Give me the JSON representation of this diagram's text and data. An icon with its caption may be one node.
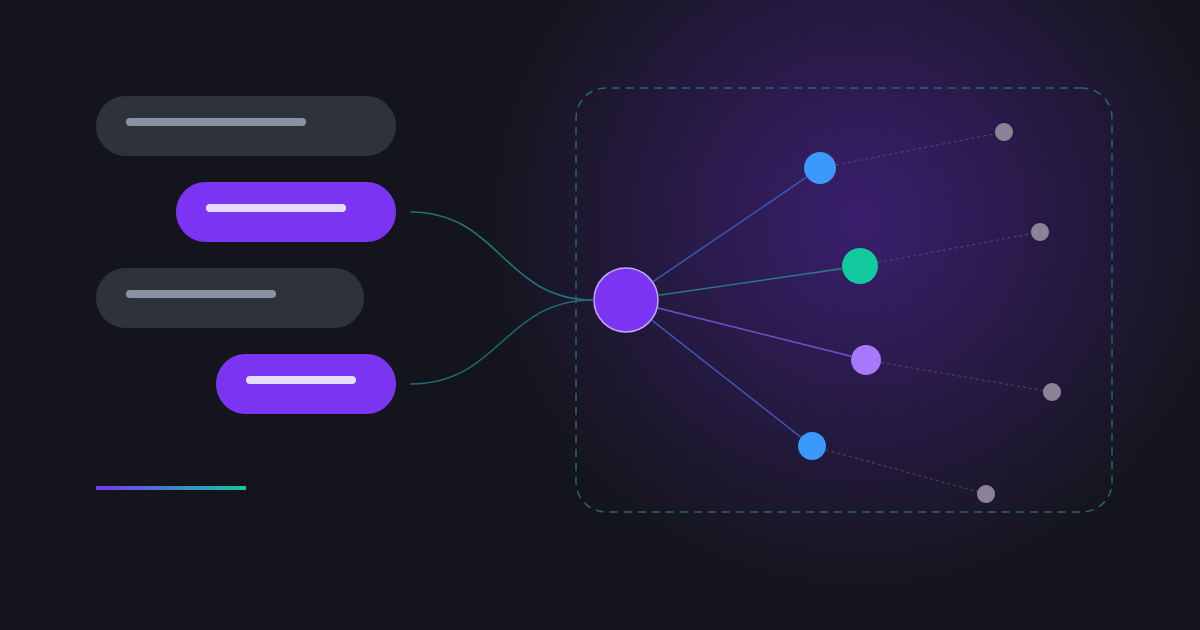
{
  "diagram": {
    "nodes": [
      {
        "text": [],
        "shape": "box"
      },
      {
        "text": [],
        "shape": "box"
      },
      {
        "text": [],
        "shape": "box"
      },
      {
        "text": [],
        "shape": "box"
      },
      {
        "text": [],
        "shape": "box"
      },
      {
        "text": [],
        "shape": "circle",
        "in": 4
      },
      {
        "text": [],
        "shape": "circle",
        "in": 4
      },
      {
        "text": [],
        "shape": "circle",
        "in": 4
      },
      {
        "text": [],
        "shape": "circle",
        "in": 4
      },
      {
        "text": [],
        "shape": "circle",
        "in": 4
      },
      {
        "text": [],
        "shape": "circle",
        "in": 4
      },
      {
        "text": [],
        "shape": "circle",
        "in": 4
      },
      {
        "text": [],
        "shape": "circle",
        "in": 4
      },
      {
        "text": [],
        "shape": "circle",
        "in": 4
      }
    ],
    "edges": [
      {
        "from": 1,
        "to": 5,
        "arrow": "none",
        "color": "#1f7479"
      },
      {
        "from": 3,
        "to": 5,
        "arrow": "none",
        "color": "#1f6a72"
      },
      {
        "from": 5,
        "to": 6,
        "arrow": "none",
        "color": "#3d55b0"
      },
      {
        "from": 5,
        "to": 7,
        "arrow": "none",
        "color": "#2a7486"
      },
      {
        "from": 5,
        "to": 8,
        "arrow": "none",
        "color": "#7550cc"
      },
      {
        "from": 5,
        "to": 9,
        "arrow": "none",
        "color": "#3d55b0"
      },
      {
        "from": 6,
        "to": 10,
        "arrow": "none",
        "style": "dashed",
        "color": "#5e5878"
      },
      {
        "from": 7,
        "to": 11,
        "arrow": "none",
        "style": "dashed",
        "color": "#5e5878"
      },
      {
        "from": 8,
        "to": 12,
        "arrow": "none",
        "style": "dashed",
        "color": "#5e5878"
      },
      {
        "from": 9,
        "to": 13,
        "arrow": "none",
        "style": "dashed",
        "color": "#5e5878"
      }
    ]
  }
}
